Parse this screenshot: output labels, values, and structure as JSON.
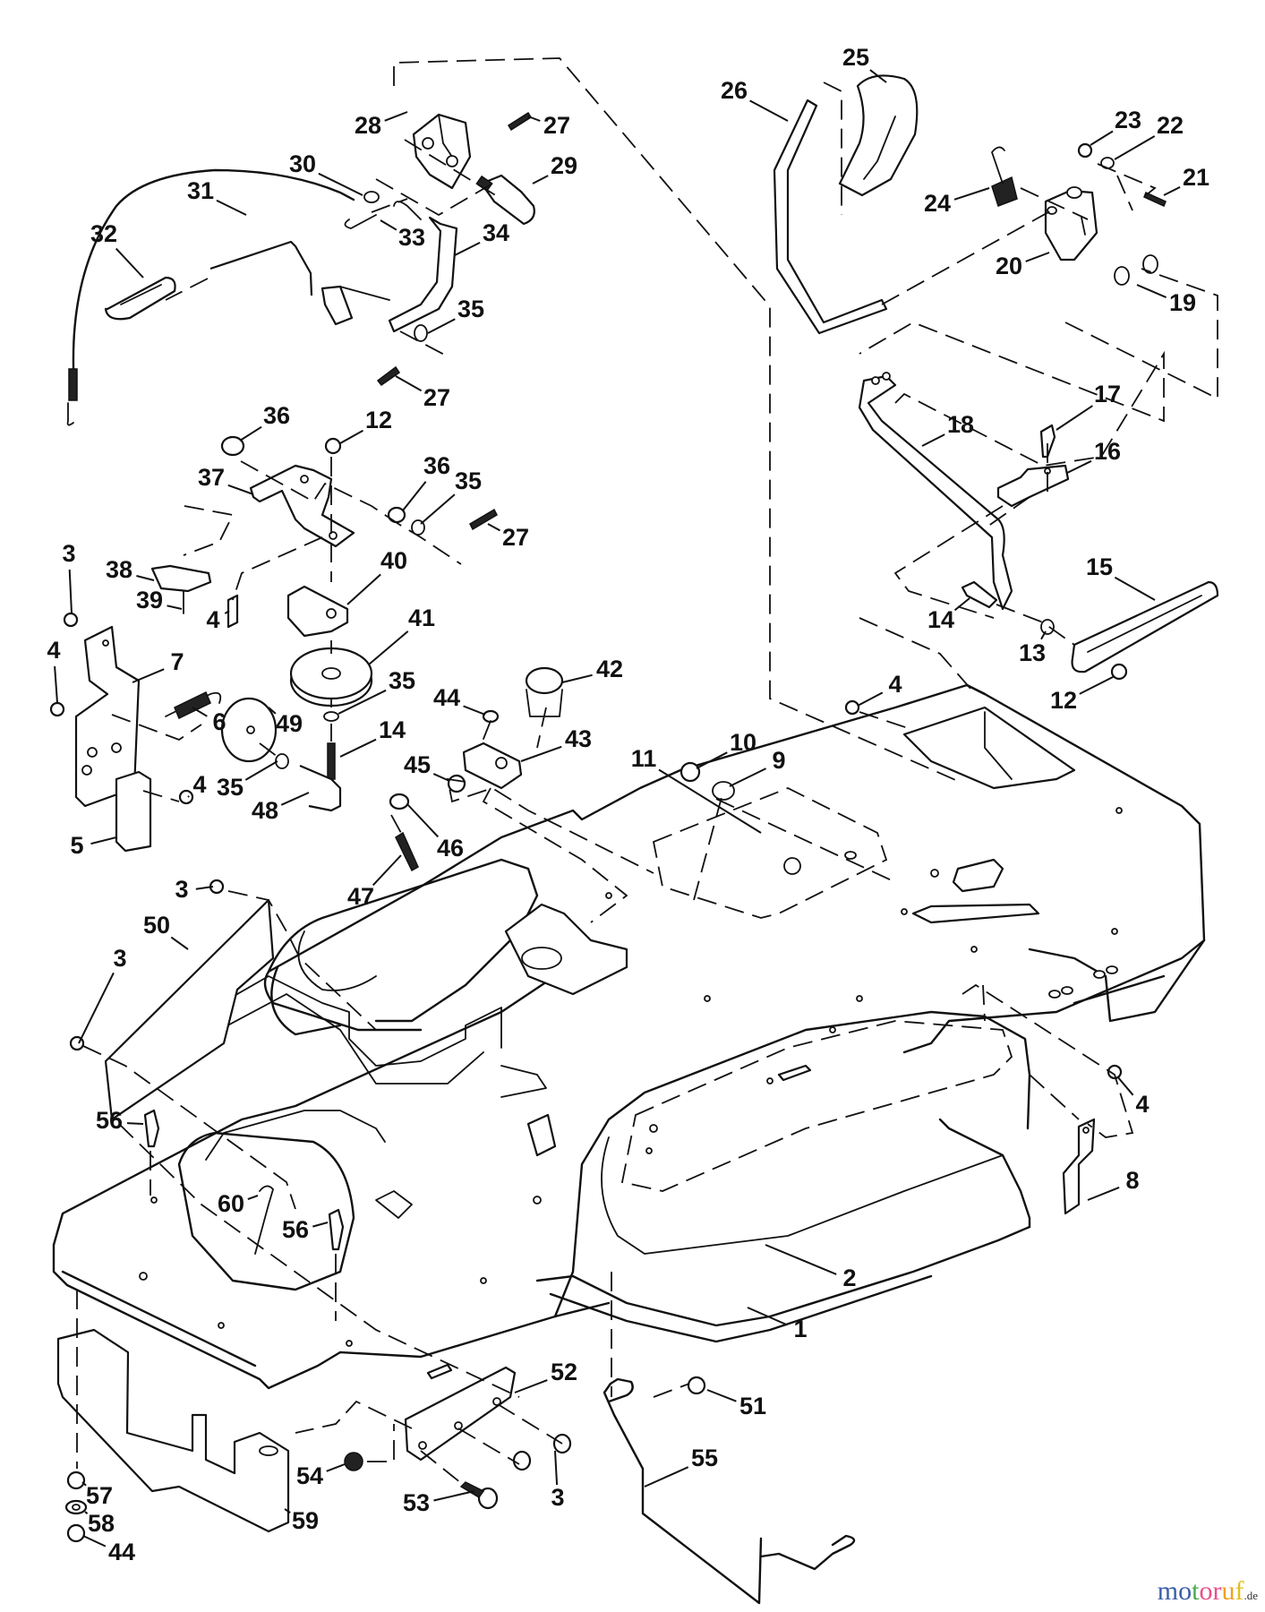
{
  "diagram": {
    "type": "exploded-parts-diagram",
    "subject": "Lawn tractor frame, lift lever, brake and pulley assembly",
    "callouts": [
      {
        "id": "c25a",
        "label": "25"
      },
      {
        "id": "c26",
        "label": "26"
      },
      {
        "id": "c23",
        "label": "23"
      },
      {
        "id": "c22",
        "label": "22"
      },
      {
        "id": "c21",
        "label": "21"
      },
      {
        "id": "c24",
        "label": "24"
      },
      {
        "id": "c20",
        "label": "20"
      },
      {
        "id": "c19",
        "label": "19"
      },
      {
        "id": "c28",
        "label": "28"
      },
      {
        "id": "c27a",
        "label": "27"
      },
      {
        "id": "c29",
        "label": "29"
      },
      {
        "id": "c30",
        "label": "30"
      },
      {
        "id": "c31",
        "label": "31"
      },
      {
        "id": "c33",
        "label": "33"
      },
      {
        "id": "c34",
        "label": "34"
      },
      {
        "id": "c32",
        "label": "32"
      },
      {
        "id": "c35a",
        "label": "35"
      },
      {
        "id": "c27b",
        "label": "27"
      },
      {
        "id": "c36a",
        "label": "36"
      },
      {
        "id": "c12a",
        "label": "12"
      },
      {
        "id": "c37",
        "label": "37"
      },
      {
        "id": "c36b",
        "label": "36"
      },
      {
        "id": "c35b",
        "label": "35"
      },
      {
        "id": "c27c",
        "label": "27"
      },
      {
        "id": "c38",
        "label": "38"
      },
      {
        "id": "c39",
        "label": "39"
      },
      {
        "id": "c4a",
        "label": "4"
      },
      {
        "id": "c40",
        "label": "40"
      },
      {
        "id": "c41",
        "label": "41"
      },
      {
        "id": "c3a",
        "label": "3"
      },
      {
        "id": "c4b",
        "label": "4"
      },
      {
        "id": "c7",
        "label": "7"
      },
      {
        "id": "c6",
        "label": "6"
      },
      {
        "id": "c49",
        "label": "49"
      },
      {
        "id": "c35c",
        "label": "35"
      },
      {
        "id": "c14a",
        "label": "14"
      },
      {
        "id": "c44a",
        "label": "44"
      },
      {
        "id": "c42",
        "label": "42"
      },
      {
        "id": "c43",
        "label": "43"
      },
      {
        "id": "c45",
        "label": "45"
      },
      {
        "id": "c5",
        "label": "5"
      },
      {
        "id": "c4c",
        "label": "4"
      },
      {
        "id": "c35d",
        "label": "35"
      },
      {
        "id": "c48",
        "label": "48"
      },
      {
        "id": "c46",
        "label": "46"
      },
      {
        "id": "c47",
        "label": "47"
      },
      {
        "id": "c10",
        "label": "10"
      },
      {
        "id": "c9",
        "label": "9"
      },
      {
        "id": "c11",
        "label": "11"
      },
      {
        "id": "c18",
        "label": "18"
      },
      {
        "id": "c17",
        "label": "17"
      },
      {
        "id": "c16",
        "label": "16"
      },
      {
        "id": "c15",
        "label": "15"
      },
      {
        "id": "c14b",
        "label": "14"
      },
      {
        "id": "c13",
        "label": "13"
      },
      {
        "id": "c12b",
        "label": "12"
      },
      {
        "id": "c4d",
        "label": "4"
      },
      {
        "id": "c3b",
        "label": "3"
      },
      {
        "id": "c50",
        "label": "50"
      },
      {
        "id": "c3c",
        "label": "3"
      },
      {
        "id": "c56a",
        "label": "56"
      },
      {
        "id": "c60",
        "label": "60"
      },
      {
        "id": "c56b",
        "label": "56"
      },
      {
        "id": "c4e",
        "label": "4"
      },
      {
        "id": "c8",
        "label": "8"
      },
      {
        "id": "c2",
        "label": "2"
      },
      {
        "id": "c1",
        "label": "1"
      },
      {
        "id": "c52",
        "label": "52"
      },
      {
        "id": "c51",
        "label": "51"
      },
      {
        "id": "c3d",
        "label": "3"
      },
      {
        "id": "c55",
        "label": "55"
      },
      {
        "id": "c54",
        "label": "54"
      },
      {
        "id": "c53",
        "label": "53"
      },
      {
        "id": "c57",
        "label": "57"
      },
      {
        "id": "c58",
        "label": "58"
      },
      {
        "id": "c59",
        "label": "59"
      },
      {
        "id": "c44b",
        "label": "44"
      }
    ]
  },
  "watermark": {
    "letters": [
      {
        "ch": "m",
        "color": "#3a5fa8"
      },
      {
        "ch": "o",
        "color": "#3a5fa8"
      },
      {
        "ch": "t",
        "color": "#4aa84a"
      },
      {
        "ch": "o",
        "color": "#e8508a"
      },
      {
        "ch": "r",
        "color": "#e8508a"
      },
      {
        "ch": "u",
        "color": "#f0a020"
      },
      {
        "ch": "f",
        "color": "#e0c020"
      }
    ],
    "tld": ".de"
  }
}
